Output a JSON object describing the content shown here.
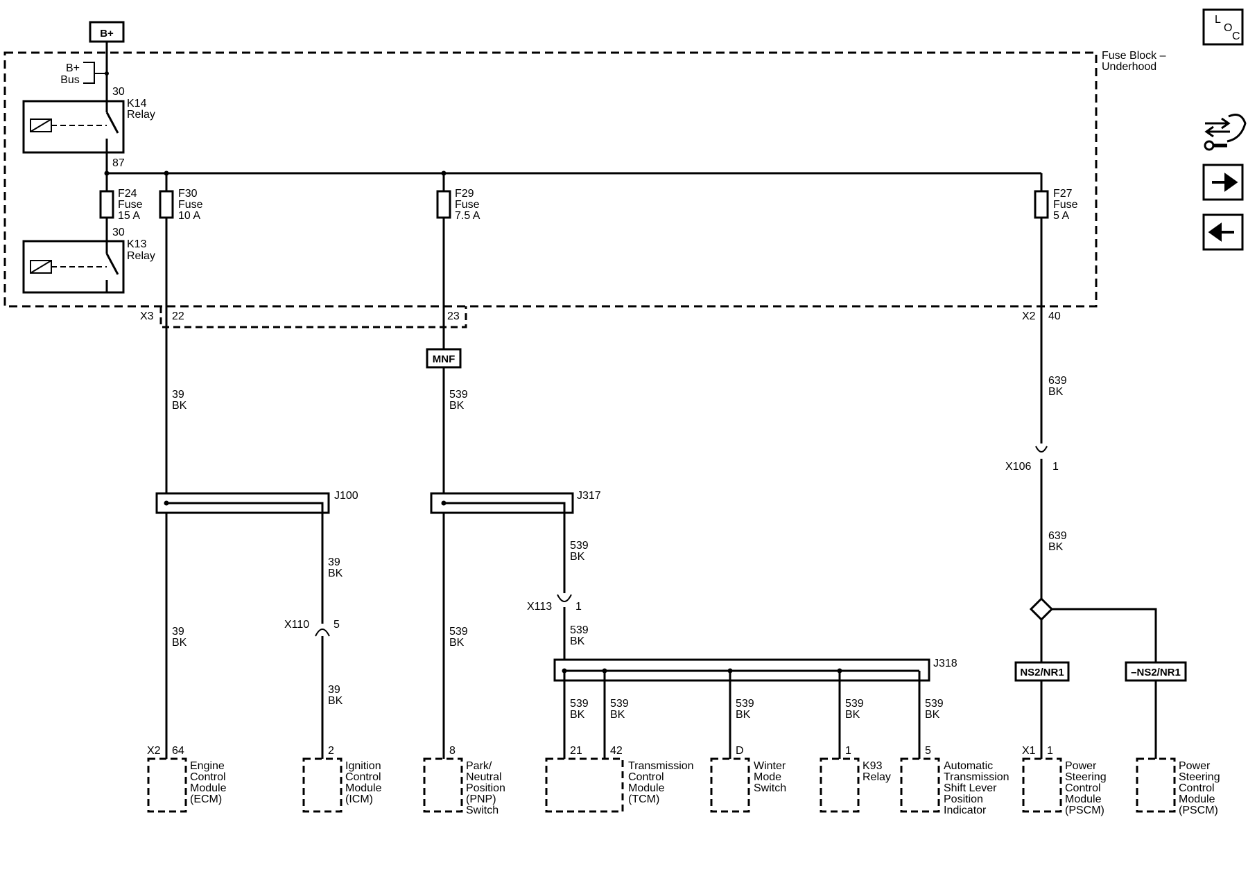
{
  "power": {
    "bplus": "B+",
    "bus_line1": "B+",
    "bus_line2": "Bus"
  },
  "fuse_block": {
    "line1": "Fuse Block –",
    "line2": "Underhood"
  },
  "k14": {
    "pin_in": "30",
    "name1": "K14",
    "name2": "Relay",
    "pin_out": "87"
  },
  "k13": {
    "pin_in": "30",
    "name1": "K13",
    "name2": "Relay"
  },
  "fuses": [
    {
      "id": "F24",
      "word": "Fuse",
      "rating": "15 A"
    },
    {
      "id": "F30",
      "word": "Fuse",
      "rating": "10 A"
    },
    {
      "id": "F29",
      "word": "Fuse",
      "rating": "7.5 A"
    },
    {
      "id": "F27",
      "word": "Fuse",
      "rating": "5 A"
    }
  ],
  "connectors": {
    "x3": "X3",
    "x3_pin_a": "22",
    "x3_pin_b": "23",
    "x2": "X2",
    "x2_pin": "40",
    "x106": "X106",
    "x106_pin": "1",
    "x110": "X110",
    "x110_pin": "5",
    "x113": "X113",
    "x113_pin": "1"
  },
  "option_mnf": "MNF",
  "splices": {
    "j100": "J100",
    "j317": "J317",
    "j318": "J318"
  },
  "wire": {
    "c39": "39",
    "c539": "539",
    "c639": "639",
    "bk": "BK"
  },
  "options": {
    "ns2": "NS2/NR1",
    "not_ns2": "–NS2/NR1"
  },
  "components": {
    "ecm": {
      "conn": "X2",
      "pin": "64",
      "l1": "Engine",
      "l2": "Control",
      "l3": "Module",
      "l4": "(ECM)"
    },
    "icm": {
      "pin": "2",
      "l1": "Ignition",
      "l2": "Control",
      "l3": "Module",
      "l4": "(ICM)"
    },
    "pnp": {
      "pin": "8",
      "l1": "Park/",
      "l2": "Neutral",
      "l3": "Position",
      "l4": "(PNP)",
      "l5": "Switch"
    },
    "tcm": {
      "pin_a": "21",
      "pin_b": "42",
      "l1": "Transmission",
      "l2": "Control",
      "l3": "Module",
      "l4": "(TCM)"
    },
    "winter": {
      "pin": "D",
      "l1": "Winter",
      "l2": "Mode",
      "l3": "Switch"
    },
    "k93": {
      "pin": "1",
      "l1": "K93",
      "l2": "Relay"
    },
    "atsl": {
      "pin": "5",
      "l1": "Automatic",
      "l2": "Transmission",
      "l3": "Shift Lever",
      "l4": "Position",
      "l5": "Indicator"
    },
    "pscm1": {
      "conn": "X1",
      "pin": "1",
      "l1": "Power",
      "l2": "Steering",
      "l3": "Control",
      "l4": "Module",
      "l5": "(PSCM)"
    },
    "pscm2": {
      "l1": "Power",
      "l2": "Steering",
      "l3": "Control",
      "l4": "Module",
      "l5": "(PSCM)"
    }
  },
  "sidebar": {
    "loc_l": "L",
    "loc_o": "O",
    "loc_c": "C"
  }
}
